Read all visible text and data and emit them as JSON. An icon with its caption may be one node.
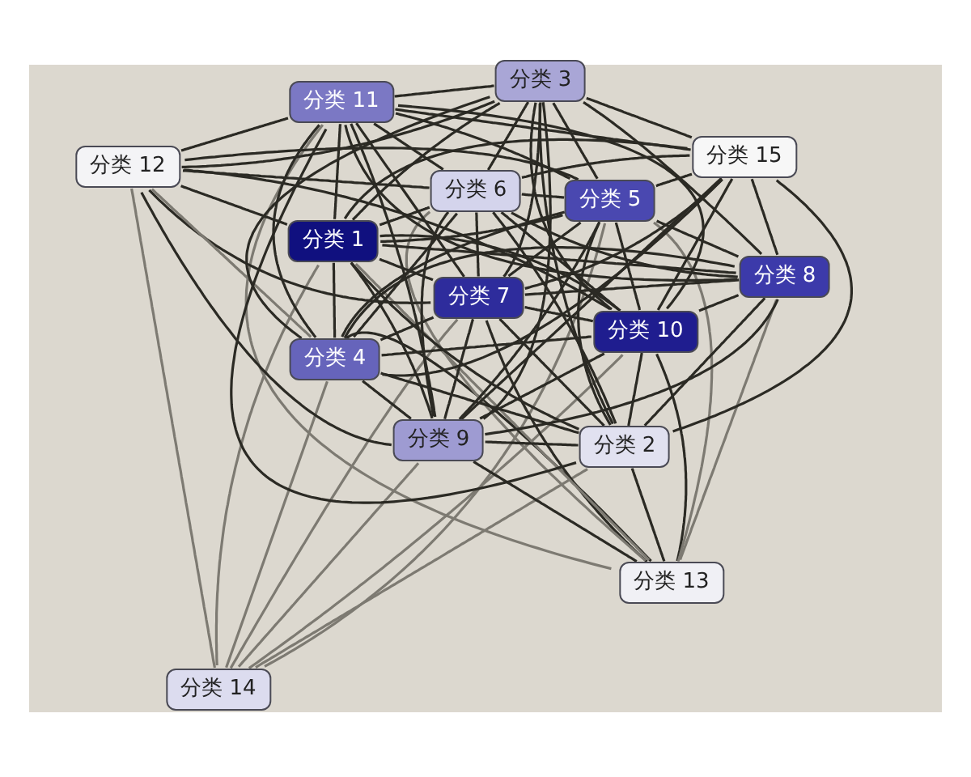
{
  "diagram": {
    "nodes": [
      {
        "text": [
          "分类 3"
        ]
      },
      {
        "text": [
          "分类 11"
        ]
      },
      {
        "text": [
          "分类 12"
        ]
      },
      {
        "text": [
          "分类 15"
        ]
      },
      {
        "text": [
          "分类 6"
        ]
      },
      {
        "text": [
          "分类 5"
        ]
      },
      {
        "text": [
          "分类 1"
        ]
      },
      {
        "text": [
          "分类 8"
        ]
      },
      {
        "text": [
          "分类 7"
        ]
      },
      {
        "text": [
          "分类 10"
        ]
      },
      {
        "text": [
          "分类 4"
        ]
      },
      {
        "text": [
          "分类 9"
        ]
      },
      {
        "text": [
          "分类 2"
        ]
      },
      {
        "text": [
          "分类 13"
        ]
      },
      {
        "text": [
          "分类 14"
        ]
      }
    ],
    "edges": [
      {
        "from": 14,
        "to": 10,
        "arrow": "none",
        "color": "#7d7a72"
      },
      {
        "from": 14,
        "to": 2,
        "arrow": "none",
        "color": "#7d7a72"
      },
      {
        "from": 14,
        "to": 6,
        "arrow": "none",
        "color": "#7d7a72"
      },
      {
        "from": 14,
        "to": 11,
        "arrow": "none",
        "color": "#7d7a72"
      },
      {
        "from": 14,
        "to": 8,
        "arrow": "none",
        "color": "#7d7a72"
      },
      {
        "from": 14,
        "to": 9,
        "arrow": "none",
        "color": "#7d7a72"
      },
      {
        "from": 14,
        "to": 12,
        "arrow": "none",
        "color": "#7d7a72"
      },
      {
        "from": 14,
        "to": 5,
        "arrow": "none",
        "color": "#7d7a72"
      },
      {
        "from": 13,
        "to": 12,
        "arrow": "none"
      },
      {
        "from": 13,
        "to": 11,
        "arrow": "none"
      },
      {
        "from": 13,
        "to": 10,
        "arrow": "none"
      },
      {
        "from": 13,
        "to": 8,
        "arrow": "none"
      },
      {
        "from": 13,
        "to": 9,
        "arrow": "none"
      },
      {
        "from": 13,
        "to": 6,
        "arrow": "none",
        "color": "#7d7a72"
      },
      {
        "from": 13,
        "to": 7,
        "arrow": "none",
        "color": "#7d7a72"
      },
      {
        "from": 13,
        "to": 5,
        "arrow": "none",
        "color": "#7d7a72"
      },
      {
        "from": 13,
        "to": 4,
        "arrow": "none",
        "color": "#7d7a72"
      },
      {
        "from": 13,
        "to": 1,
        "arrow": "none",
        "color": "#7d7a72"
      },
      {
        "from": 2,
        "to": 1,
        "arrow": "none"
      },
      {
        "from": 2,
        "to": 0,
        "arrow": "none"
      },
      {
        "from": 2,
        "to": 4,
        "arrow": "none"
      },
      {
        "from": 2,
        "to": 5,
        "arrow": "none"
      },
      {
        "from": 2,
        "to": 6,
        "arrow": "none"
      },
      {
        "from": 2,
        "to": 8,
        "arrow": "none"
      },
      {
        "from": 2,
        "to": 9,
        "arrow": "none"
      },
      {
        "from": 2,
        "to": 11,
        "arrow": "none"
      },
      {
        "from": 2,
        "to": 10,
        "arrow": "none",
        "color": "#7d7a72"
      },
      {
        "from": 1,
        "to": 0,
        "arrow": "none"
      },
      {
        "from": 1,
        "to": 3,
        "arrow": "none"
      },
      {
        "from": 1,
        "to": 6,
        "arrow": "none"
      },
      {
        "from": 1,
        "to": 10,
        "arrow": "none"
      },
      {
        "from": 1,
        "to": 4,
        "arrow": "none"
      },
      {
        "from": 1,
        "to": 8,
        "arrow": "none"
      },
      {
        "from": 1,
        "to": 5,
        "arrow": "none"
      },
      {
        "from": 1,
        "to": 9,
        "arrow": "none"
      },
      {
        "from": 1,
        "to": 11,
        "arrow": "none"
      },
      {
        "from": 1,
        "to": 12,
        "arrow": "none"
      },
      {
        "from": 1,
        "to": 7,
        "arrow": "none"
      },
      {
        "from": 0,
        "to": 3,
        "arrow": "none"
      },
      {
        "from": 0,
        "to": 4,
        "arrow": "none"
      },
      {
        "from": 0,
        "to": 6,
        "arrow": "none"
      },
      {
        "from": 0,
        "to": 5,
        "arrow": "none"
      },
      {
        "from": 0,
        "to": 8,
        "arrow": "none"
      },
      {
        "from": 0,
        "to": 7,
        "arrow": "none"
      },
      {
        "from": 0,
        "to": 9,
        "arrow": "none"
      },
      {
        "from": 0,
        "to": 10,
        "arrow": "none"
      },
      {
        "from": 0,
        "to": 12,
        "arrow": "none"
      },
      {
        "from": 0,
        "to": 11,
        "arrow": "none"
      },
      {
        "from": 3,
        "to": 4,
        "arrow": "none"
      },
      {
        "from": 3,
        "to": 5,
        "arrow": "none"
      },
      {
        "from": 3,
        "to": 6,
        "arrow": "none"
      },
      {
        "from": 3,
        "to": 8,
        "arrow": "none"
      },
      {
        "from": 3,
        "to": 7,
        "arrow": "none"
      },
      {
        "from": 3,
        "to": 9,
        "arrow": "none"
      },
      {
        "from": 3,
        "to": 10,
        "arrow": "none"
      },
      {
        "from": 3,
        "to": 11,
        "arrow": "none"
      },
      {
        "from": 3,
        "to": 12,
        "arrow": "none"
      },
      {
        "from": 4,
        "to": 5,
        "arrow": "none"
      },
      {
        "from": 4,
        "to": 6,
        "arrow": "none"
      },
      {
        "from": 4,
        "to": 8,
        "arrow": "none"
      },
      {
        "from": 4,
        "to": 9,
        "arrow": "none"
      },
      {
        "from": 4,
        "to": 7,
        "arrow": "none"
      },
      {
        "from": 4,
        "to": 10,
        "arrow": "none"
      },
      {
        "from": 4,
        "to": 11,
        "arrow": "none"
      },
      {
        "from": 4,
        "to": 12,
        "arrow": "none"
      },
      {
        "from": 5,
        "to": 6,
        "arrow": "none"
      },
      {
        "from": 5,
        "to": 7,
        "arrow": "none"
      },
      {
        "from": 5,
        "to": 8,
        "arrow": "none"
      },
      {
        "from": 5,
        "to": 9,
        "arrow": "none"
      },
      {
        "from": 5,
        "to": 10,
        "arrow": "none"
      },
      {
        "from": 5,
        "to": 11,
        "arrow": "none"
      },
      {
        "from": 5,
        "to": 12,
        "arrow": "none"
      },
      {
        "from": 6,
        "to": 8,
        "arrow": "none"
      },
      {
        "from": 6,
        "to": 9,
        "arrow": "none"
      },
      {
        "from": 6,
        "to": 7,
        "arrow": "none"
      },
      {
        "from": 6,
        "to": 10,
        "arrow": "none"
      },
      {
        "from": 6,
        "to": 11,
        "arrow": "none"
      },
      {
        "from": 6,
        "to": 12,
        "arrow": "none"
      },
      {
        "from": 7,
        "to": 8,
        "arrow": "none"
      },
      {
        "from": 7,
        "to": 9,
        "arrow": "none"
      },
      {
        "from": 7,
        "to": 10,
        "arrow": "none"
      },
      {
        "from": 7,
        "to": 11,
        "arrow": "none"
      },
      {
        "from": 7,
        "to": 12,
        "arrow": "none"
      },
      {
        "from": 8,
        "to": 9,
        "arrow": "none"
      },
      {
        "from": 8,
        "to": 10,
        "arrow": "none"
      },
      {
        "from": 8,
        "to": 11,
        "arrow": "none"
      },
      {
        "from": 8,
        "to": 12,
        "arrow": "none"
      },
      {
        "from": 9,
        "to": 10,
        "arrow": "none"
      },
      {
        "from": 9,
        "to": 11,
        "arrow": "none"
      },
      {
        "from": 9,
        "to": 12,
        "arrow": "none"
      },
      {
        "from": 10,
        "to": 11,
        "arrow": "none"
      },
      {
        "from": 10,
        "to": 12,
        "arrow": "none"
      },
      {
        "from": 11,
        "to": 12,
        "arrow": "none"
      }
    ]
  }
}
